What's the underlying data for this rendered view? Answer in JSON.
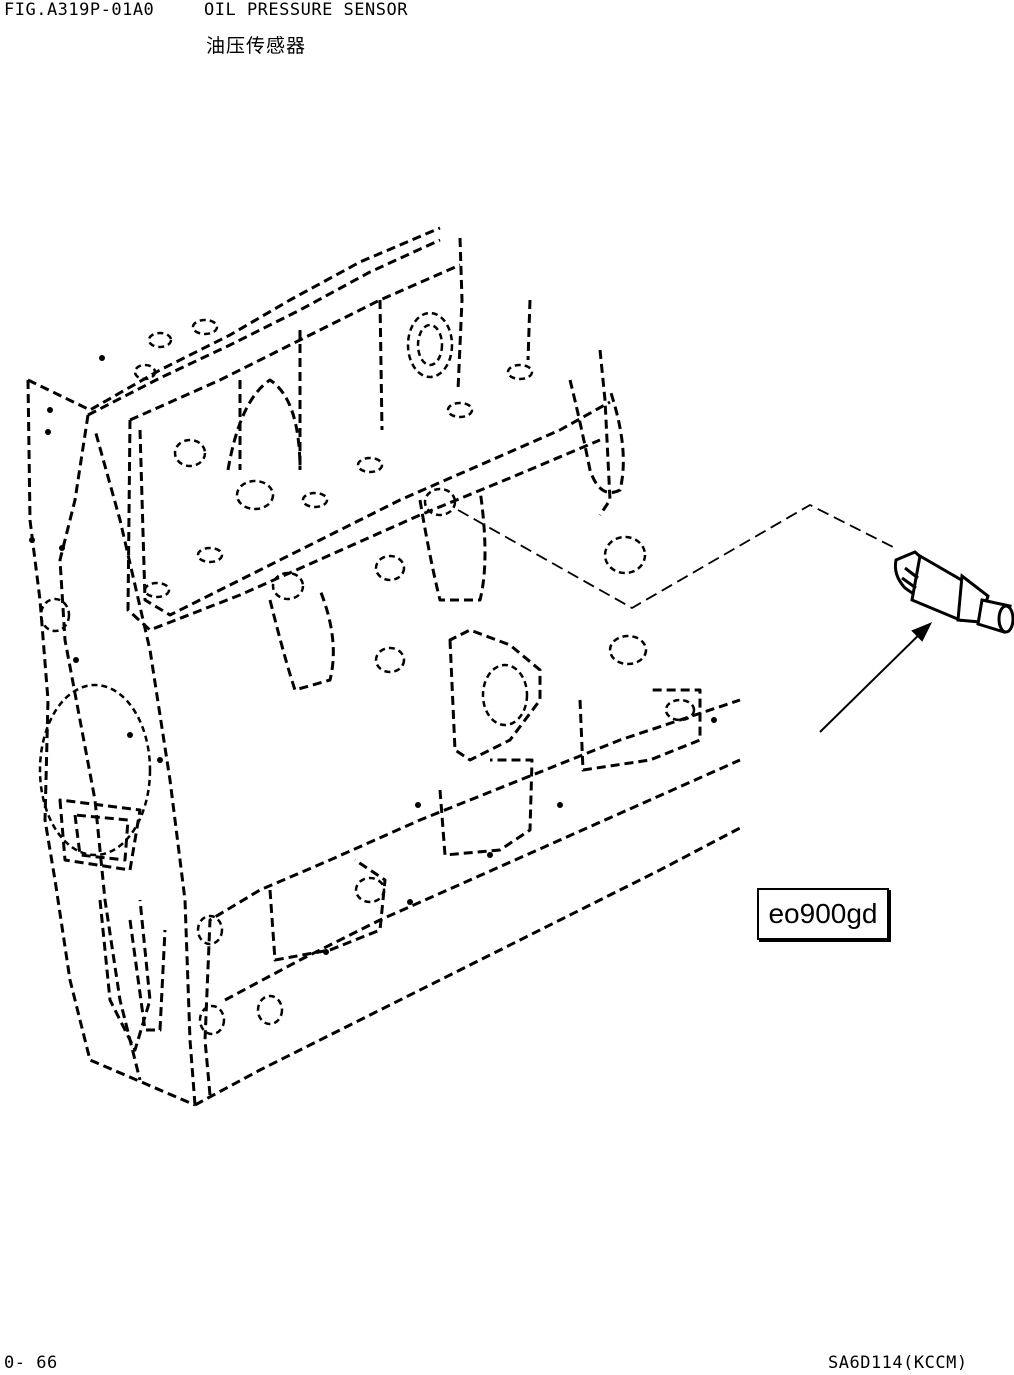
{
  "header": {
    "fig_number": "FIG.A319P-01A0",
    "part_title": "OIL PRESSURE SENSOR",
    "part_title_cn": "油压传感器"
  },
  "diagram": {
    "code_label": "eo900gd",
    "line_color": "#000000",
    "background": "#ffffff"
  },
  "footer": {
    "page_number": "0- 66",
    "model_code": "SA6D114(KCCM)"
  }
}
